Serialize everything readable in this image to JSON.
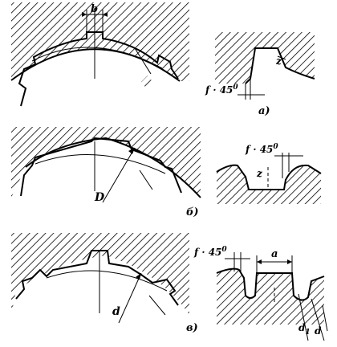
{
  "figure": {
    "rows": [
      {
        "caption": "а)",
        "left_labels": {
          "width": "b"
        },
        "right_labels": {
          "chamfer": "f · 45",
          "chamfer_sup": "0",
          "radius": "z"
        }
      },
      {
        "caption": "б)",
        "left_labels": {
          "diameter": "D"
        },
        "right_labels": {
          "chamfer": "f · 45",
          "chamfer_sup": "0",
          "radius": "z"
        }
      },
      {
        "caption": "в)",
        "left_labels": {
          "diameter": "d"
        },
        "right_labels": {
          "chamfer": "f · 45",
          "chamfer_sup": "0",
          "width": "a",
          "inner_diameter": "d",
          "inner_diameter_sub": "1",
          "outer_diameter": "d"
        }
      }
    ]
  },
  "colors": {
    "ink": "#000000",
    "paper": "#ffffff"
  }
}
